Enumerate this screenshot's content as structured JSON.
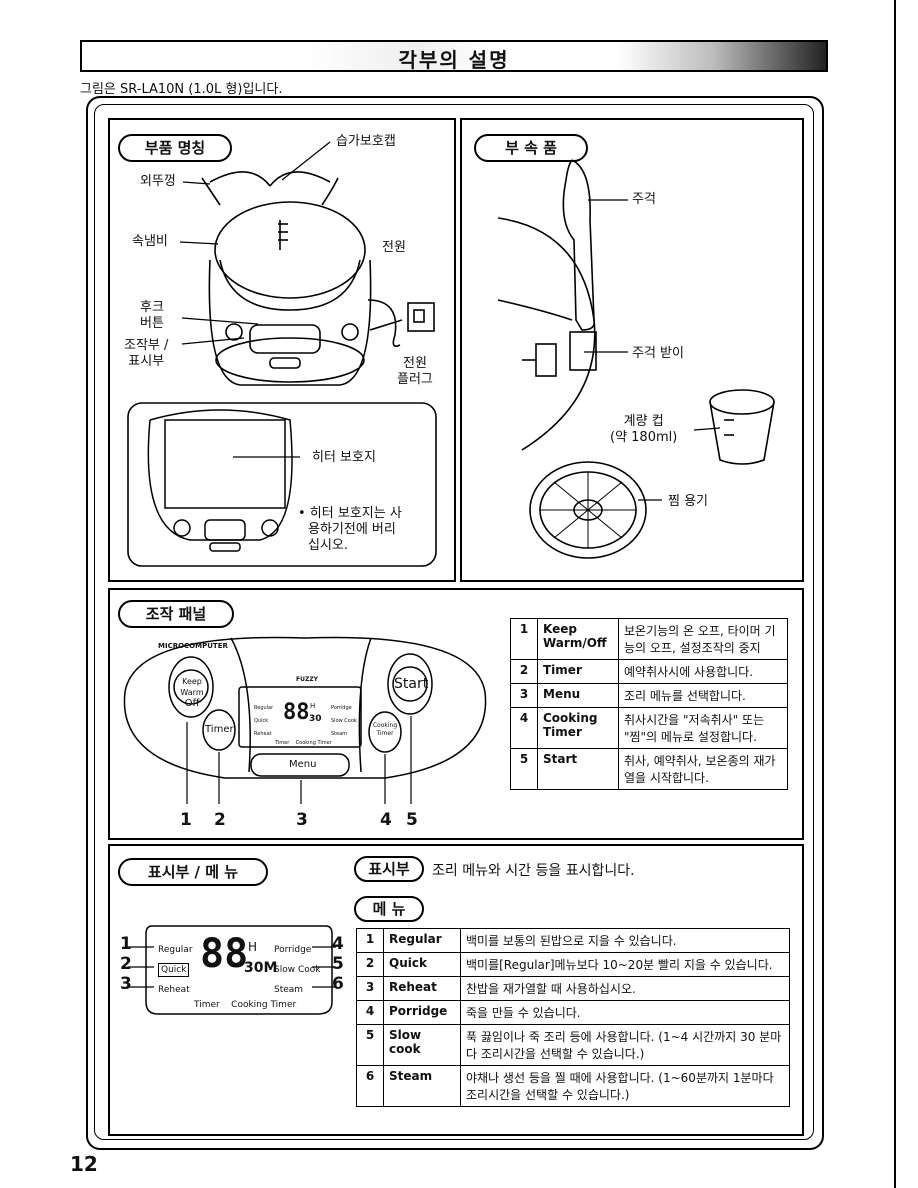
{
  "header": {
    "title": "각부의 설명",
    "subtitle": "그림은 SR-LA10N (1.0L 형)입니다."
  },
  "parts": {
    "heading": "부품 명칭",
    "steam_cap": "습가보호캡",
    "outer_lid": "외뚜껑",
    "inner_pot": "속냄비",
    "power": "전원",
    "hook_button": [
      "후크",
      "버튼"
    ],
    "control_display": [
      "조작부 /",
      "표시부"
    ],
    "power_plug": [
      "전원",
      "플러그"
    ],
    "heater_protector": "히터 보호지",
    "note": [
      "• 히터 보호지는 사",
      "용하기전에 버리",
      "십시오."
    ]
  },
  "accessories": {
    "heading": "부 속 품",
    "ladle": "주걱",
    "ladle_holder": "주걱 받이",
    "measuring_cup": [
      "계량 컵",
      "(약 180ml)"
    ],
    "steam_basket": "찜 용기"
  },
  "control_panel": {
    "heading": "조작 패널",
    "panel_label": "MICROCOMPUTER",
    "brand": "FUZZY",
    "keep_warm": [
      "Keep Warm",
      "Off"
    ],
    "timer": "Timer",
    "menu": "Menu",
    "cooking_timer": [
      "Cooking",
      "Timer"
    ],
    "start": "Start",
    "display_left": [
      "Regular",
      "Quick",
      "Reheat"
    ],
    "display_right": [
      "Porridge",
      "Slow Cook",
      "Steam"
    ],
    "display_bottom": "Timer    Cooking Timer",
    "display_digits": "88",
    "display_h": "H",
    "display_30": "30",
    "numbers": [
      "1",
      "2",
      "3",
      "4",
      "5"
    ],
    "table": [
      {
        "n": "1",
        "name": "Keep Warm/Off",
        "desc": "보온기능의 온 오프, 타이머 기능의 오프, 설정조작의 중지"
      },
      {
        "n": "2",
        "name": "Timer",
        "desc": "예약취사시에 사용합니다."
      },
      {
        "n": "3",
        "name": "Menu",
        "desc": "조리 메뉴를 선택합니다."
      },
      {
        "n": "4",
        "name": "Cooking Timer",
        "desc": "취사시간을 \"저속취사\" 또는 \"찜\"의 메뉴로 설정합니다."
      },
      {
        "n": "5",
        "name": "Start",
        "desc": "취사, 예약취사, 보온종의 재가열을 시작합니다."
      }
    ]
  },
  "display_menu": {
    "heading": "표시부 / 메 뉴",
    "display_pill": "표시부",
    "display_desc": "조리 메뉴와 시간 등을 표시합니다.",
    "menu_pill": "메 뉴",
    "left_labels": [
      "Regular",
      "Quick",
      "Reheat"
    ],
    "right_labels": [
      "Porridge",
      "Slow Cook",
      "Steam"
    ],
    "bottom": "Timer    Cooking Timer",
    "digits": "88",
    "h": "H",
    "m30": "30M",
    "numbers_left": [
      "1",
      "2",
      "3"
    ],
    "numbers_right": [
      "4",
      "5",
      "6"
    ],
    "table": [
      {
        "n": "1",
        "name": "Regular",
        "desc": "백미를 보통의 된밥으로 지을 수 있습니다."
      },
      {
        "n": "2",
        "name": "Quick",
        "desc": "백미를[Regular]메뉴보다 10~20분 빨리 지을 수 있습니다."
      },
      {
        "n": "3",
        "name": "Reheat",
        "desc": "찬밥을 재가열할 때 사용하십시오."
      },
      {
        "n": "4",
        "name": "Porridge",
        "desc": "죽을 만들 수 있습니다."
      },
      {
        "n": "5",
        "name": "Slow cook",
        "desc": "푹 끓임이나 죽 조리 등에 사용합니다. (1~4 시간까지 30 분마다 조리시간을 선택할 수 있습니다.)"
      },
      {
        "n": "6",
        "name": "Steam",
        "desc": "야채나 생선 등을 찔 때에 사용합니다. (1~60분까지 1분마다 조리시간을 선택할 수 있습니다.)"
      }
    ]
  },
  "page_number": "12"
}
